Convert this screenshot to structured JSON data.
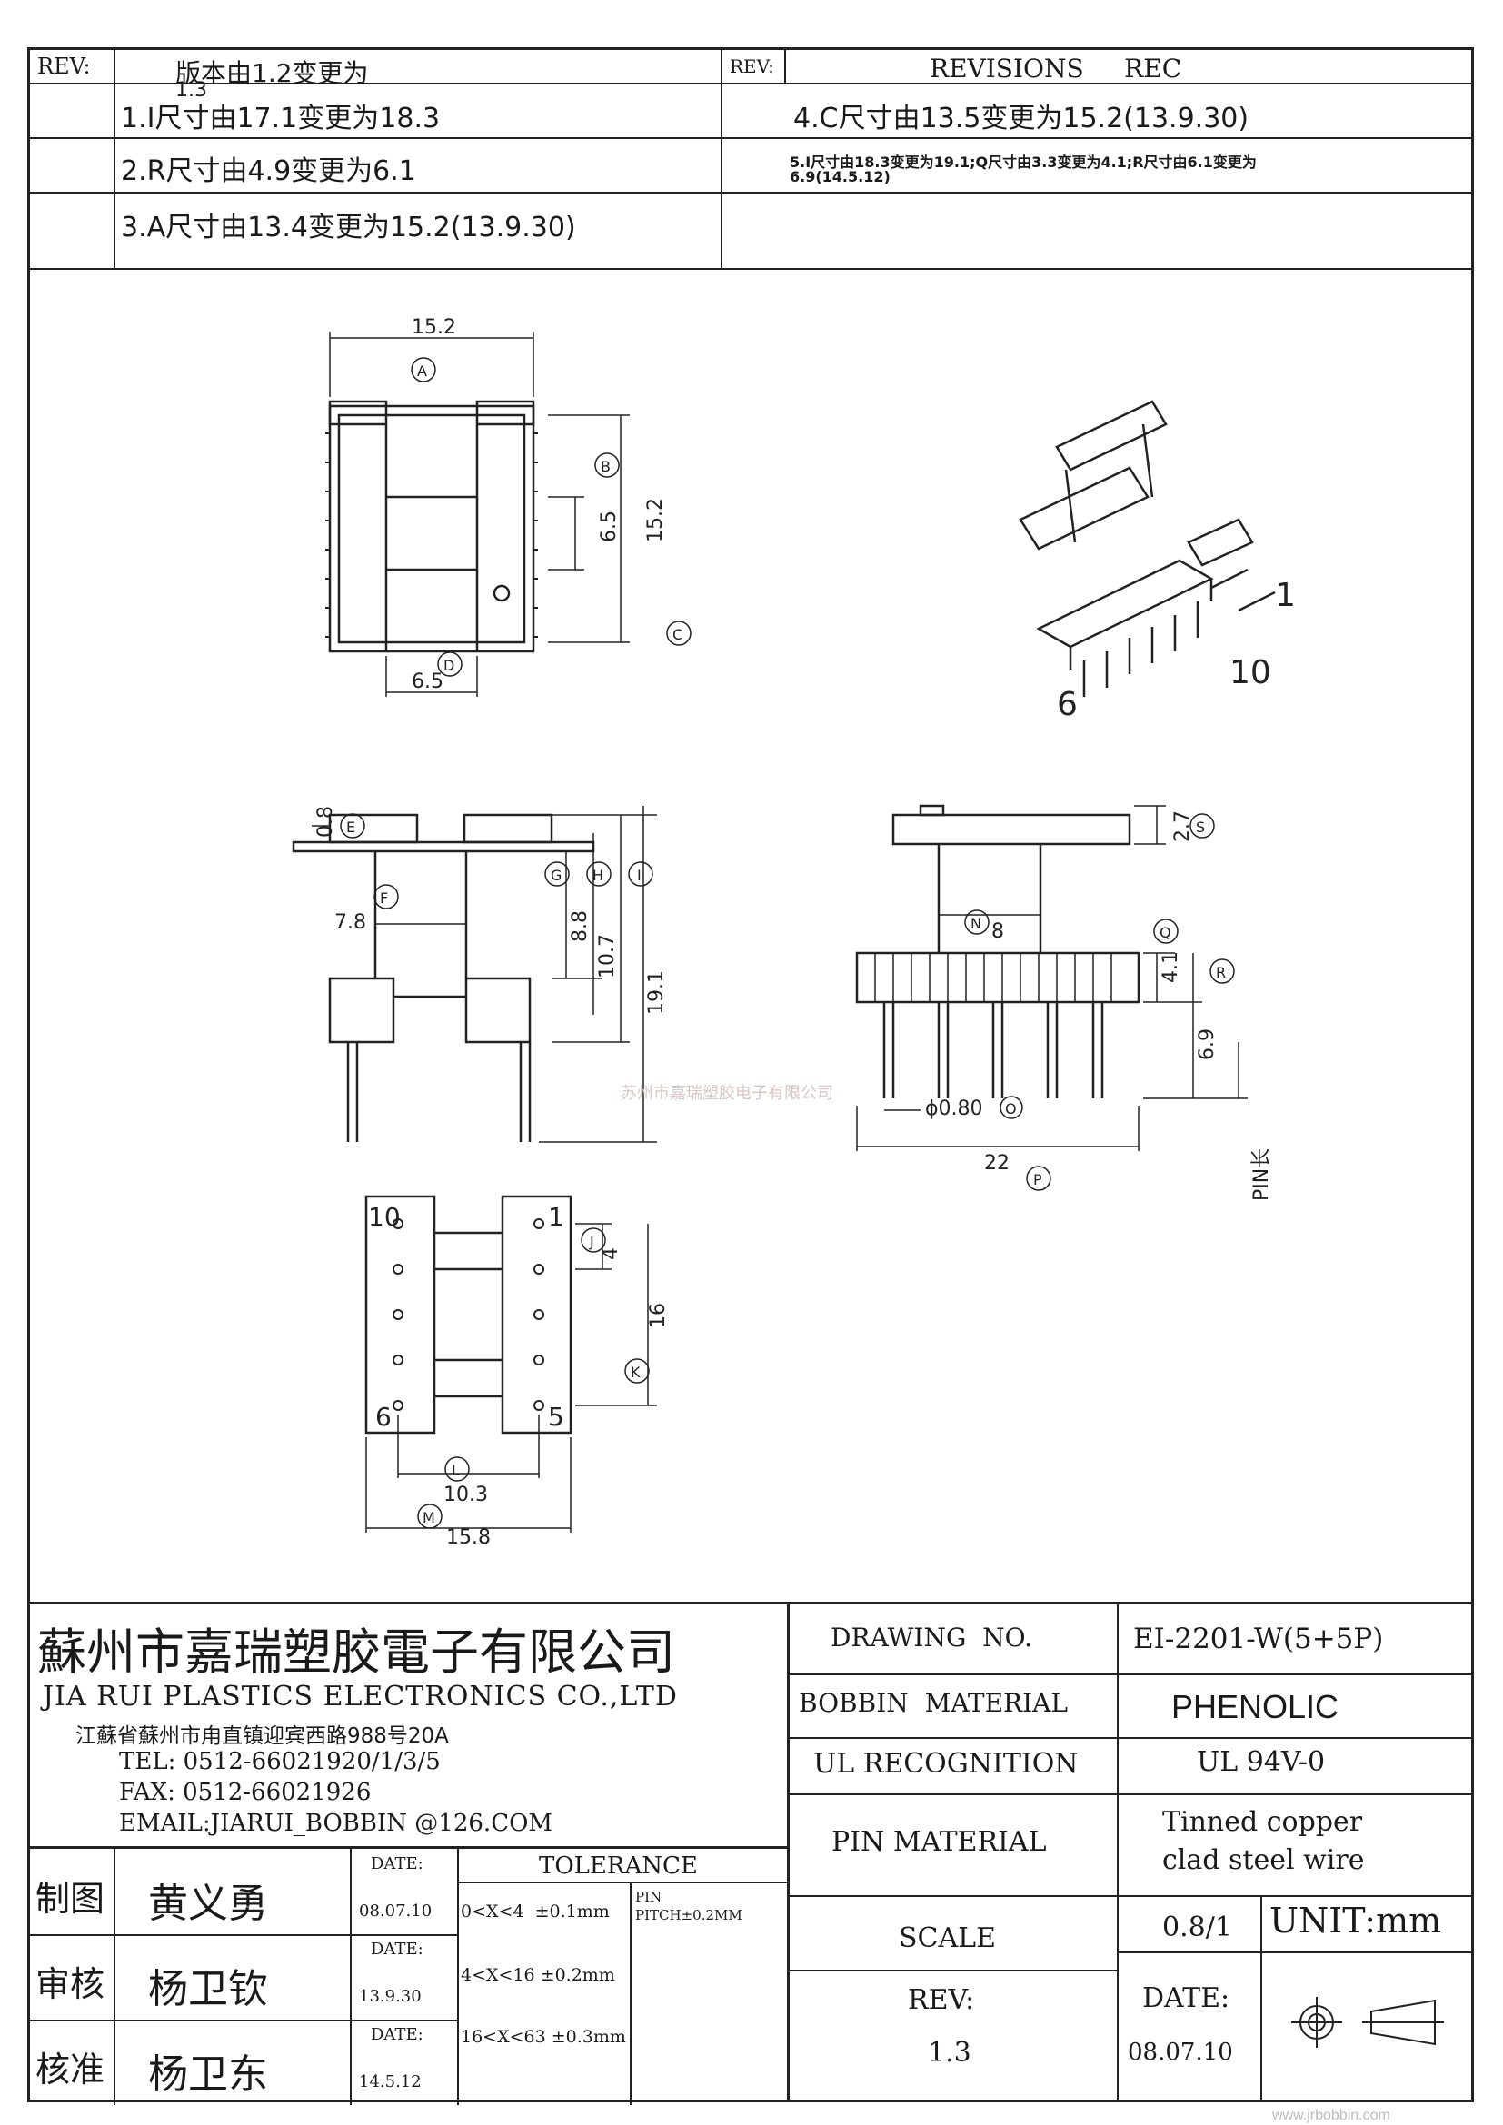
{
  "revisions": {
    "left_header_label": "REV:",
    "left_header_text": "版本由1.2变更为",
    "left_header_sub": "1.3",
    "right_header_label": "REV:",
    "right_header_text": "REVISIONS     REC",
    "rows_left": [
      "1.I尺寸由17.1变更为18.3",
      "2.R尺寸由4.9变更为6.1",
      "3.A尺寸由13.4变更为15.2(13.9.30)"
    ],
    "rows_right": [
      "4.C尺寸由13.5变更为15.2(13.9.30)",
      "5.I尺寸由18.3变更为19.1;Q尺寸由3.3变更为4.1;R尺寸由6.1变更为",
      "6.9(14.5.12)"
    ]
  },
  "drawing": {
    "top_view": {
      "dim_width": "15.2",
      "dim_height": "15.2",
      "dim_b": "6.5",
      "dim_d": "6.5",
      "labels": {
        "a": "A",
        "b": "B",
        "c": "C",
        "d": "D"
      }
    },
    "front_view": {
      "dim_e": "0.8",
      "dim_f": "7.8",
      "dim_g": "8.8",
      "dim_h": "10.7",
      "dim_i": "19.1",
      "labels": {
        "e": "E",
        "f": "F",
        "g": "G",
        "h": "H",
        "i": "I"
      }
    },
    "bottom_view": {
      "dim_j": "4",
      "dim_k": "16",
      "dim_l": "10.3",
      "dim_m": "15.8",
      "pin_10": "10",
      "pin_1": "1",
      "pin_6": "6",
      "pin_5": "5",
      "labels": {
        "j": "J",
        "k": "K",
        "l": "L",
        "m": "M"
      }
    },
    "side_view": {
      "dim_s": "2.7",
      "dim_n": "8",
      "dim_q": "4.1",
      "dim_r": "6.9",
      "dim_o": "ϕ0.80",
      "dim_p": "22",
      "pin_length": "PIN长",
      "labels": {
        "s": "S",
        "n": "N",
        "q": "Q",
        "r": "R",
        "o": "O",
        "p": "P"
      }
    },
    "iso_view": {
      "pin_1": "1",
      "pin_10": "10",
      "pin_6": "6"
    },
    "watermark_text": "苏州市嘉瑞塑胶电子有限公司"
  },
  "company": {
    "name_cn": "蘇州市嘉瑞塑胶電子有限公司",
    "name_en": "JIA RUI PLASTICS ELECTRONICS CO.,LTD",
    "address": "江蘇省蘇州市甪直镇迎宾西路988号20A",
    "tel": "TEL: 0512-66021920/1/3/5",
    "fax": "FAX: 0512-66021926",
    "email": "EMAIL:JIARUI_BOBBIN @126.COM"
  },
  "signoff": [
    {
      "role": "制图",
      "name": "黄义勇",
      "date_label": "DATE:",
      "date": "08.07.10"
    },
    {
      "role": "审核",
      "name": "杨卫钦",
      "date_label": "DATE:",
      "date": "13.9.30"
    },
    {
      "role": "核准",
      "name": "杨卫东",
      "date_label": "DATE:",
      "date": "14.5.12"
    }
  ],
  "tolerance": {
    "header": "TOLERANCE",
    "rows": [
      "0<X<4  ±0.1mm",
      "4<X<16 ±0.2mm",
      "16<X<63 ±0.3mm"
    ],
    "pin_label": "PIN",
    "pin_pitch": "PITCH±0.2MM"
  },
  "specs": {
    "drawing_no_label": "DRAWING  NO.",
    "drawing_no": "EI-2201-W(5+5P)",
    "bobbin_material_label": "BOBBIN  MATERIAL",
    "bobbin_material": "PHENOLIC",
    "ul_label": "UL RECOGNITION",
    "ul_value": "UL 94V-0",
    "pin_material_label": "PIN MATERIAL",
    "pin_material_line1": "Tinned copper",
    "pin_material_line2": "clad steel wire",
    "scale_label": "SCALE",
    "scale_value": "0.8/1",
    "unit": "UNIT:mm",
    "rev_label": "REV:",
    "rev_value": "1.3",
    "date_label": "DATE:",
    "date_value": "08.07.10",
    "projection_symbol": "third-angle-projection-icon"
  },
  "footer_url": "www.jrbobbin.com"
}
